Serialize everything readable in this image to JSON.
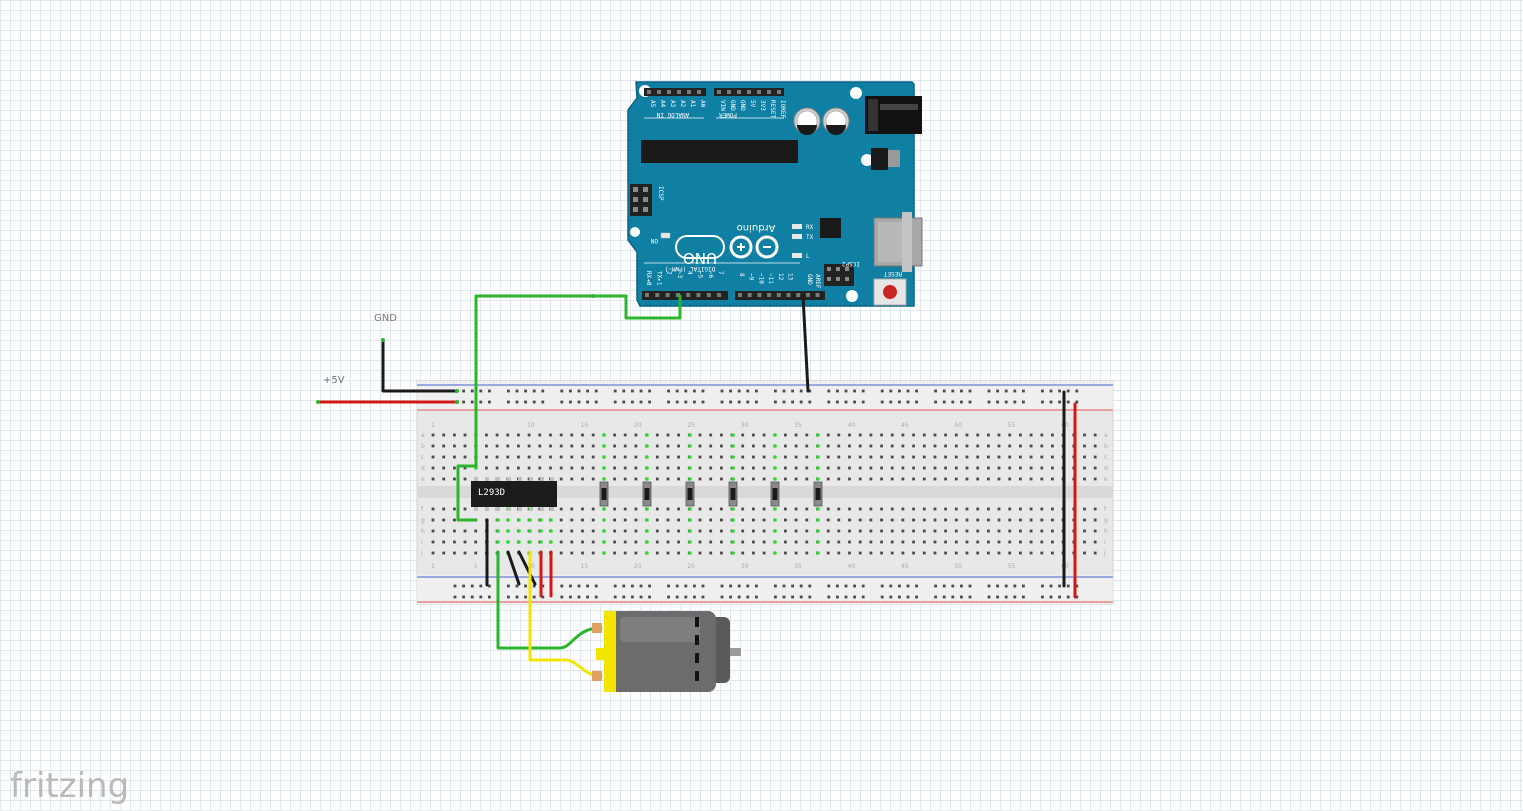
{
  "app": {
    "logo": "fritzing"
  },
  "labels": {
    "gnd": "GND",
    "vcc": "+5V"
  },
  "arduino": {
    "brand": "Arduino",
    "model": "UNO",
    "on_label": "ON",
    "tx_label": "TX",
    "rx_label": "RX",
    "l_label": "L",
    "icsp_label": "ICSP",
    "icsp2_label": "ICSP2",
    "reset_label": "RESET",
    "digital_label": "DIGITAL (PWM~)",
    "analog_label": "ANALOG IN",
    "power_label": "POWER",
    "aref_label": "AREF",
    "gnd_pin_label": "GND",
    "analog_pins": [
      "A0",
      "A1",
      "A2",
      "A3",
      "A4",
      "A5"
    ],
    "power_pins": [
      "IOREF",
      "RESET",
      "3V3",
      "5V",
      "GND",
      "GND",
      "VIN"
    ],
    "digital_pins_low": [
      "7",
      "~6",
      "~5",
      "4",
      "~3",
      "2",
      "TX▸1",
      "RX◂0"
    ],
    "digital_pins_high": [
      "13",
      "12",
      "~11",
      "~10",
      "~9",
      "8"
    ]
  },
  "breadboard": {
    "row_letters": [
      "a",
      "b",
      "c",
      "d",
      "e",
      "f",
      "g",
      "h",
      "i",
      "j"
    ],
    "column_numbers": [
      "1",
      "5",
      "10",
      "15",
      "20",
      "25",
      "30",
      "35",
      "40",
      "45",
      "50",
      "55",
      "60"
    ]
  },
  "chip": {
    "label": "L293D"
  },
  "colors": {
    "arduino_teal": "#0f7fa3",
    "wire_green": "#2bb52b",
    "wire_black": "#1a1a1a",
    "wire_red": "#d01818",
    "wire_yellow": "#f2e600",
    "motor_body": "#6c6c6c",
    "rail_red": "#e05050",
    "rail_blue": "#4060d0"
  }
}
